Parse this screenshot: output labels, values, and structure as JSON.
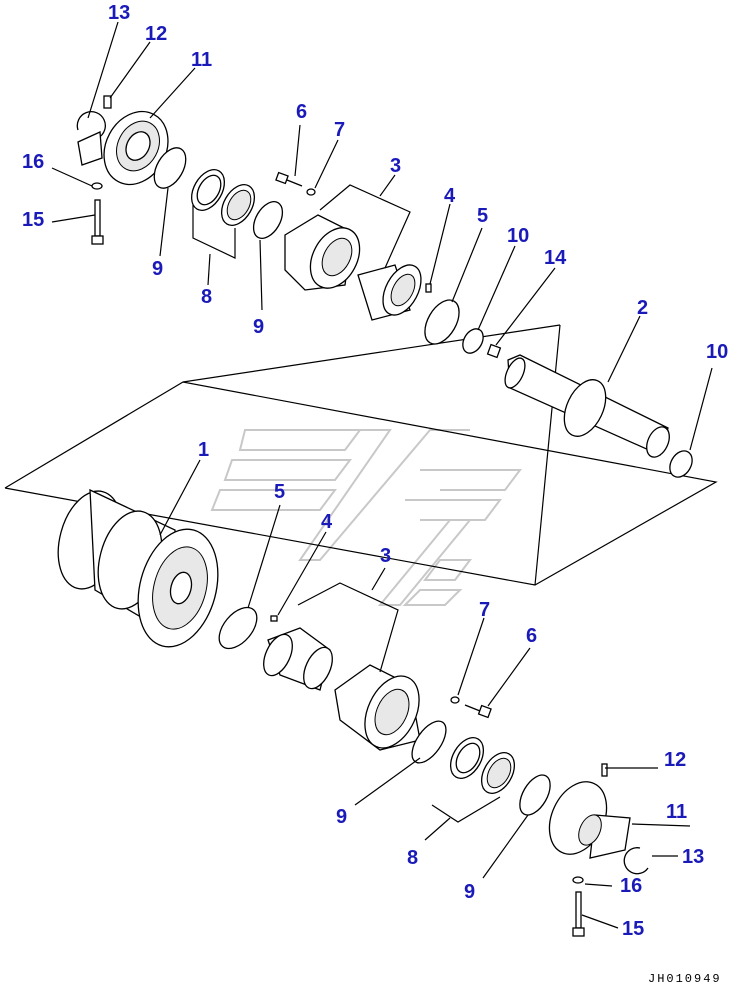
{
  "labels": {
    "l13a": "13",
    "l12a": "12",
    "l11a": "11",
    "l16a": "16",
    "l15a": "15",
    "l9a": "9",
    "l8a": "8",
    "l9b": "9",
    "l6a": "6",
    "l7a": "7",
    "l3a": "3",
    "l4a": "4",
    "l5a": "5",
    "l10a": "10",
    "l14": "14",
    "l2": "2",
    "l10b": "10",
    "l1": "1",
    "l5b": "5",
    "l4b": "4",
    "l3b": "3",
    "l7b": "7",
    "l6b": "6",
    "l12b": "12",
    "l11b": "11",
    "l13b": "13",
    "l9c": "9",
    "l8b": "8",
    "l9d": "9",
    "l16b": "16",
    "l15b": "15"
  },
  "drawing_code": "JH010949"
}
